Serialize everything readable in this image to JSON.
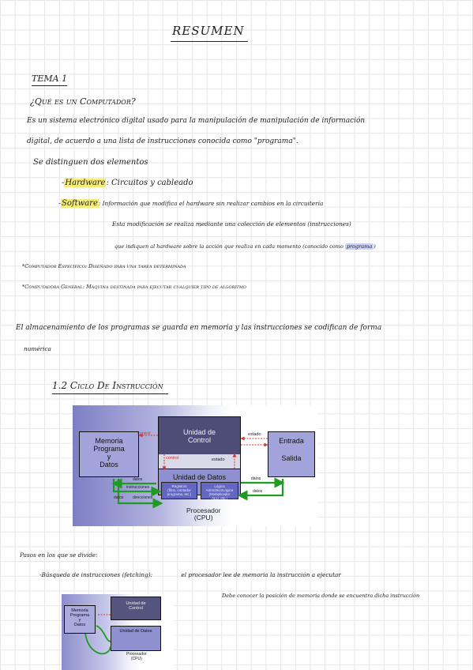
{
  "title": "RESUMEN",
  "tema": "TEMA 1",
  "question": "¿Qué es un Computador?",
  "definition": {
    "line1": "Es   un   sistema   electrónico   digital   usado   para   la manipulación   de manipulación   de   información",
    "line2": "digital, de  acuerdo    a  una  lista    de  instrucciones  conocida    como  \"programa\"."
  },
  "distinguish": "Se  distinguen  dos  elementos",
  "hardware": {
    "term": "Hardware",
    "desc": ":  Circuitos  y  cableado"
  },
  "software": {
    "term": "Software",
    "desc": ":  Información  que  modifica   el  hardware  sin  realizar  cambios  en  la  circuitería",
    "line2": "Esta  modificación  se  realiza  mediante  una  colección  de  elementos  (instrucciones)",
    "line3": "que  indiquen  al  hardware  sobre  la  acción  que  realiza  en  cada  momento  (conocido  como",
    "highlight": "programa"
  },
  "especifico": "*Computador  Específico:  Diseñado  para  una  tarea  determinada",
  "general": "*Computadora  General:  Máquina  destinada  para  ejecutar  cualquier  tipo  de  algoritmo",
  "almacenamiento": {
    "line1": "El  almacenamiento   de  los  programas   se  guarda  en  memoria  y  las  instrucciones   se  codifican  de  forma",
    "line2": "numérica"
  },
  "section": "1.2 Ciclo De Instrucción",
  "diagram1": {
    "memoria": [
      "Memoria",
      "Programa",
      "y",
      "Datos"
    ],
    "unidad_control": [
      "Unidad de",
      "Control"
    ],
    "unidad_datos": "Unidad de Datos",
    "registros": [
      "Registros",
      "(fifos, contador",
      "programa, etc.)"
    ],
    "alu": [
      "Lógica",
      "Aritmético/Lógica",
      "(Multiplicador",
      "ALU, etc.)"
    ],
    "entrada": "Entrada",
    "salida": "Salida",
    "procesador": "Procesador",
    "cpu": "(CPU)",
    "control": "control",
    "control2": "control",
    "estado": "estado",
    "estado2": "estado",
    "datos": "datos",
    "instrucciones": "instrucciones",
    "datos2": "datos",
    "direcciones": "direcciones",
    "datos3": "datos",
    "datos4": "datos"
  },
  "pasos": "Pasos  en  los  que  se  divide:",
  "busqueda": {
    "label": "-Búsqueda  de  instrucciones (fetching):",
    "desc": "el  procesador   lee  de  memoria  la  instrucción  a  ejecutar",
    "line2": "Debe  conocer  la  posición  de  memoria  donde  se  encuentra  dicha  instrucción"
  },
  "diagram2": {
    "memoria": [
      "Memoria",
      "Programa",
      "y",
      "Datos"
    ],
    "unidad_control": [
      "Unidad de",
      "Control"
    ],
    "unidad_datos": "Unidad de Datos",
    "procesador": "Procesador",
    "cpu": "(CPU)"
  },
  "colors": {
    "highlight_yellow": "#f6ec78",
    "highlight_blue": "#cdd0f4",
    "control_unit": "#4e4d77",
    "data_unit": "#8f90d0",
    "memory": "#a3a3dc",
    "arrow_green": "#1f9a22",
    "arrow_red": "#d33a2a"
  }
}
